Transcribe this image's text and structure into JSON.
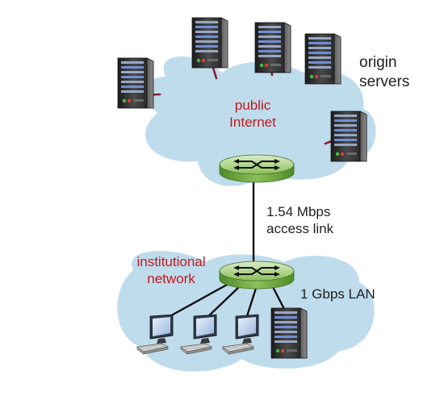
{
  "diagram": {
    "labels": {
      "origin_servers": [
        "origin",
        "servers"
      ],
      "public_internet": [
        "public",
        "Internet"
      ],
      "access_link": [
        "1.54 Mbps",
        "access link"
      ],
      "institutional_network": [
        "institutional",
        "network"
      ],
      "lan": "1 Gbps LAN"
    },
    "colors": {
      "cloud_fill": "#bfdcec",
      "label_red": "#c0181f",
      "link_server": "#8a1f3a",
      "link_line": "#111111",
      "router_fill": "#7bb34a"
    },
    "icons": {
      "server": "server-tower-icon",
      "router": "router-icon",
      "workstation": "desktop-computer-icon"
    }
  }
}
